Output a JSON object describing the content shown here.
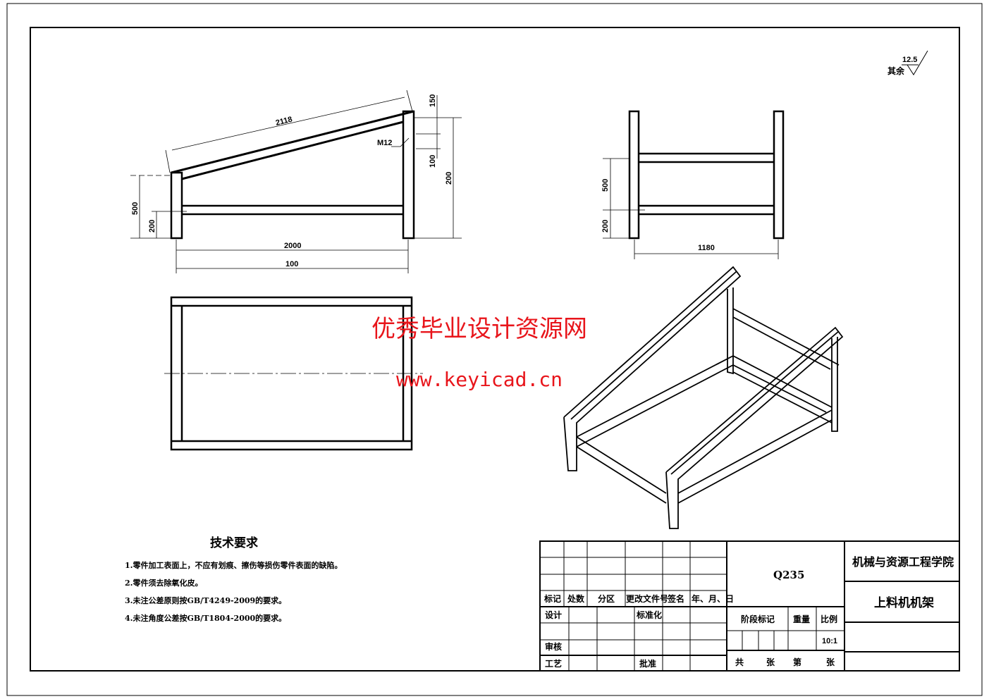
{
  "roughness": {
    "value": "12.5",
    "label": "其余"
  },
  "front_view": {
    "dims": {
      "slope_length": "2118",
      "top_offset": "150",
      "thread": "M12",
      "hole_spacing": "100",
      "total_height": "200",
      "left_height": "500",
      "rail_height": "200",
      "inner_width": "2000",
      "overall_width": "100"
    }
  },
  "side_view": {
    "dims": {
      "height": "500",
      "rail_height": "200",
      "width": "1180"
    }
  },
  "tech_requirements": {
    "title": "技术要求",
    "items": [
      "1.零件加工表面上，不应有划痕、擦伤等损伤零件表面的缺陷。",
      "2.零件须去除氧化皮。",
      "3.未注公差原则按GB/T4249-2009的要求。",
      "4.未注角度公差按GB/T1804-2000的要求。"
    ]
  },
  "title_block": {
    "headers": [
      "标记",
      "处数",
      "分区",
      "更改文件号",
      "签名",
      "年、月、日"
    ],
    "design": "设计",
    "standardize": "标准化",
    "review": "审核",
    "process": "工艺",
    "approve": "批准",
    "material": "Q235",
    "stage_mark": "阶段标记",
    "weight": "重量",
    "scale_label": "比例",
    "scale": "10:1",
    "total": "共",
    "sheets": "张",
    "sheet_no": "第",
    "sheet": "张",
    "institution": "机械与资源工程学院",
    "drawing_name": "上料机机架"
  },
  "watermark": {
    "name": "优秀毕业设计资源网",
    "url": "www.keyicad.cn"
  },
  "colors": {
    "line": "#000000",
    "watermark": "#e8151b"
  }
}
